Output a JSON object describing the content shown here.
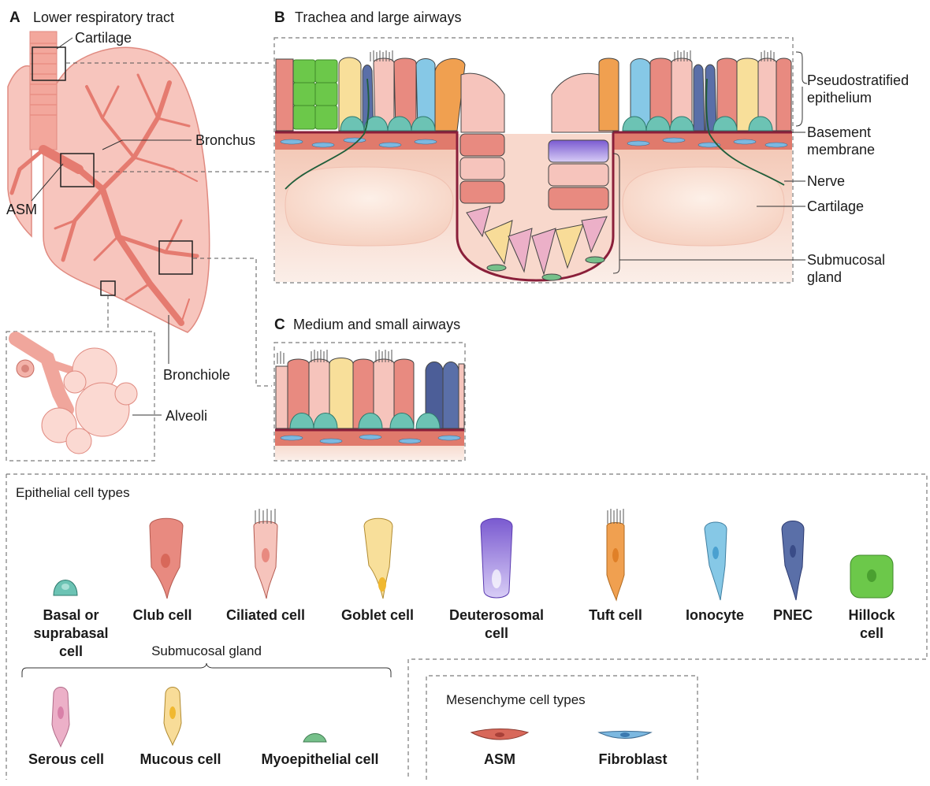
{
  "panels": {
    "a": {
      "letter": "A",
      "title": "Lower respiratory tract"
    },
    "b": {
      "letter": "B",
      "title": "Trachea and large airways"
    },
    "c": {
      "letter": "C",
      "title": "Medium and small airways"
    }
  },
  "panel_a_labels": {
    "cartilage": "Cartilage",
    "bronchus": "Bronchus",
    "asm": "ASM",
    "bronchiole": "Bronchiole",
    "alveoli": "Alveoli"
  },
  "panel_b_labels": {
    "pseudostratified_1": "Pseudostratified",
    "pseudostratified_2": "epithelium",
    "basement_1": "Basement",
    "basement_2": "membrane",
    "nerve": "Nerve",
    "cartilage": "Cartilage",
    "submucosal_1": "Submucosal",
    "submucosal_2": "gland"
  },
  "legend": {
    "epithelial_title": "Epithelial cell types",
    "epithelial_cells": [
      {
        "line1": "Basal or",
        "line2": "suprabasal",
        "line3": "cell",
        "color": "#6cc3b4"
      },
      {
        "line1": "Club cell",
        "color": "#e88a80"
      },
      {
        "line1": "Ciliated cell",
        "color": "#f6c4bc"
      },
      {
        "line1": "Goblet cell",
        "color": "#f8df9a"
      },
      {
        "line1": "Deuterosomal",
        "line2": "cell",
        "color": "#9a7de0"
      },
      {
        "line1": "Tuft cell",
        "color": "#f0a050"
      },
      {
        "line1": "Ionocyte",
        "color": "#86c8e6"
      },
      {
        "line1": "PNEC",
        "color": "#5a6fa8"
      },
      {
        "line1": "Hillock",
        "line2": "cell",
        "color": "#6cc84a"
      }
    ],
    "submucosal_title": "Submucosal gland",
    "submucosal_cells": [
      {
        "label": "Serous cell",
        "color": "#ecb0c8"
      },
      {
        "label": "Mucous cell",
        "color": "#f8dc98"
      },
      {
        "label": "Myoepithelial cell",
        "color": "#76c08a"
      }
    ],
    "mesenchyme_title": "Mesenchyme cell types",
    "mesenchyme_cells": [
      {
        "label": "ASM",
        "color": "#d8685a"
      },
      {
        "label": "Fibroblast",
        "color": "#7cb8e0"
      }
    ]
  },
  "colors": {
    "lung_fill": "#f7c5bd",
    "lung_stroke": "#e08a80",
    "airway": "#e57b70",
    "basement": "#8a1f3a",
    "tissue": "#f6d6c8",
    "nerve": "#1f5e3a"
  }
}
